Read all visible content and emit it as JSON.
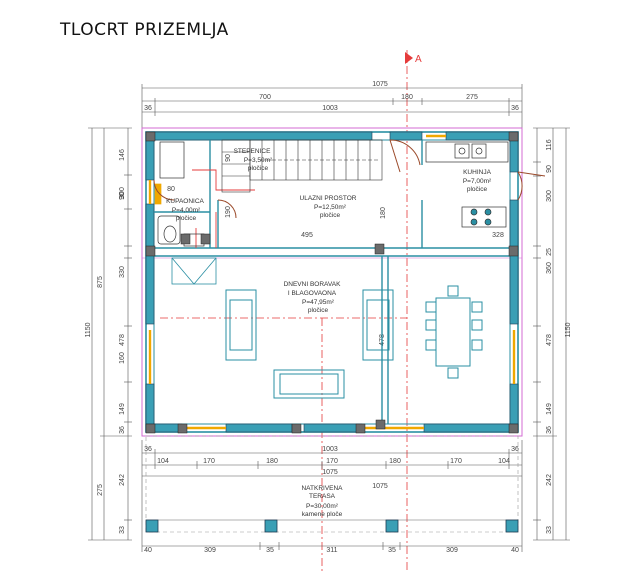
{
  "title": "TLOCRT PRIZEMLJA",
  "section_marker": "A",
  "colors": {
    "wall": "#2a8fa3",
    "wall_dark": "#1f3b52",
    "outline": "#d36bd3",
    "window": "#f0a800",
    "axis": "#e53b3b",
    "column": "#6b6b6b",
    "text": "#333333"
  },
  "dimensions": {
    "top_total": "1075",
    "top_row2": [
      "36",
      "700",
      "180",
      "275",
      "36"
    ],
    "top_row3": "1003",
    "bottom_row1": [
      "36",
      "1003",
      "36"
    ],
    "bottom_row2": [
      "104",
      "170",
      "180",
      "170",
      "180",
      "170",
      "104"
    ],
    "bottom_row3": "1075",
    "bottom_terrace": "1075",
    "bottom_row4": [
      "40",
      "309",
      "35",
      "311",
      "35",
      "309",
      "40"
    ],
    "left_outer": "1150",
    "left_mid": [
      "875",
      "275"
    ],
    "left_inner": [
      "146",
      "300",
      "90",
      "330",
      "478",
      "160",
      "149",
      "36",
      "242",
      "33"
    ],
    "right_outer": "1150",
    "right_inner": [
      "116",
      "90",
      "300",
      "25",
      "360",
      "478",
      "149",
      "36",
      "242",
      "33"
    ],
    "inner_495": "495",
    "inner_328": "328",
    "inner_180": "180",
    "inner_190": "190",
    "inner_80": "80",
    "inner_90": "90",
    "inner_478": "478"
  },
  "rooms": [
    {
      "id": "stepenice",
      "name": "STEPENICE",
      "area": "P=3,50m²",
      "finish": "pločice"
    },
    {
      "id": "kupaonica",
      "name": "KUPAONICA",
      "area": "P=4,00m²",
      "finish": "pločice"
    },
    {
      "id": "ulazni",
      "name": "ULAZNI PROSTOR",
      "area": "P=12,50m²",
      "finish": "pločice"
    },
    {
      "id": "kuhinja",
      "name": "KUHINJA",
      "area": "P=7,00m²",
      "finish": "pločice"
    },
    {
      "id": "dnevni",
      "name": "DNEVNI BORAVAK",
      "name2": "I BLAGOVAONA",
      "area": "P=47,95m²",
      "finish": "pločice"
    },
    {
      "id": "terasa",
      "name": "NATKRIVENA",
      "name2": "TERASA",
      "area": "P=30,00m²",
      "finish": "kamene ploče"
    }
  ]
}
